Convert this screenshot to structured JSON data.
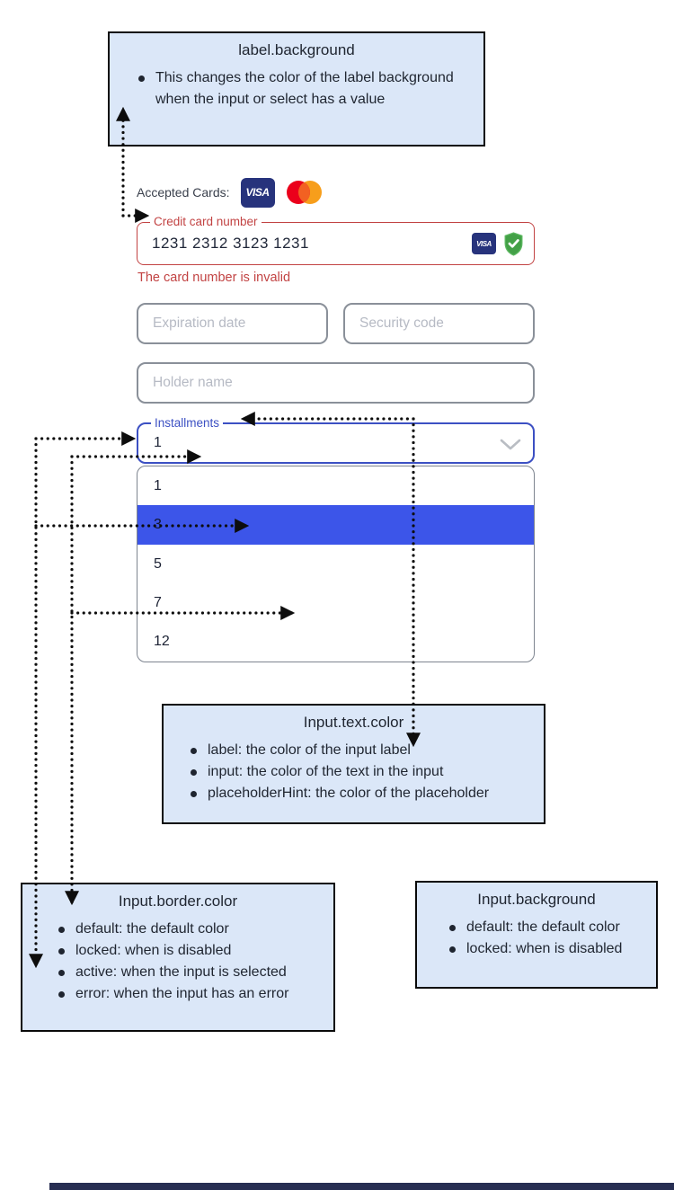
{
  "callouts": {
    "label_background": {
      "title": "label.background",
      "bullets": [
        "This changes the color of the label background when the input or select has a value"
      ]
    },
    "input_text_color": {
      "title": "Input.text.color",
      "bullets": [
        "label: the color of the input label",
        "input: the color of the text in the input",
        "placeholderHint: the color of the placeholder"
      ]
    },
    "input_border_color": {
      "title": "Input.border.color",
      "bullets": [
        "default: the default color",
        "locked: when is disabled",
        "active: when the input is selected",
        "error: when the input has an error"
      ]
    },
    "input_background": {
      "title": "Input.background",
      "bullets": [
        "default: the default color",
        "locked: when is disabled"
      ]
    }
  },
  "form": {
    "accepted_cards": {
      "label": "Accepted Cards:"
    },
    "icons": {
      "brand_badges": [
        "visa-icon",
        "mastercard-icon"
      ],
      "card_input_icons": [
        "visa-icon",
        "verified-icon"
      ],
      "select_icon": "chevron-down-icon"
    },
    "visa_text": "VISA",
    "card_number": {
      "label": "Credit card number",
      "value": "1231 2312 3123 1231",
      "error": "The card number is invalid"
    },
    "expiration": {
      "placeholder": "Expiration date"
    },
    "security": {
      "placeholder": "Security code"
    },
    "holder": {
      "placeholder": "Holder name"
    },
    "installments": {
      "label": "Installments",
      "value": "1",
      "options": [
        "1",
        "3",
        "5",
        "7",
        "12"
      ],
      "selected_option": "3"
    }
  },
  "colors": {
    "callout_background": "#dbe7f8",
    "callout_border": "#0a0a0a",
    "error_red": "#c24343",
    "active_blue_border": "#3c50c3",
    "selected_row_blue": "#3c55e9",
    "default_border_gray": "#8a9099",
    "placeholder_gray": "#b6bac4",
    "visa_navy": "#27337c",
    "mastercard_red": "#eb001b",
    "mastercard_orange": "#f79e1b",
    "verified_green": "#43a047"
  }
}
